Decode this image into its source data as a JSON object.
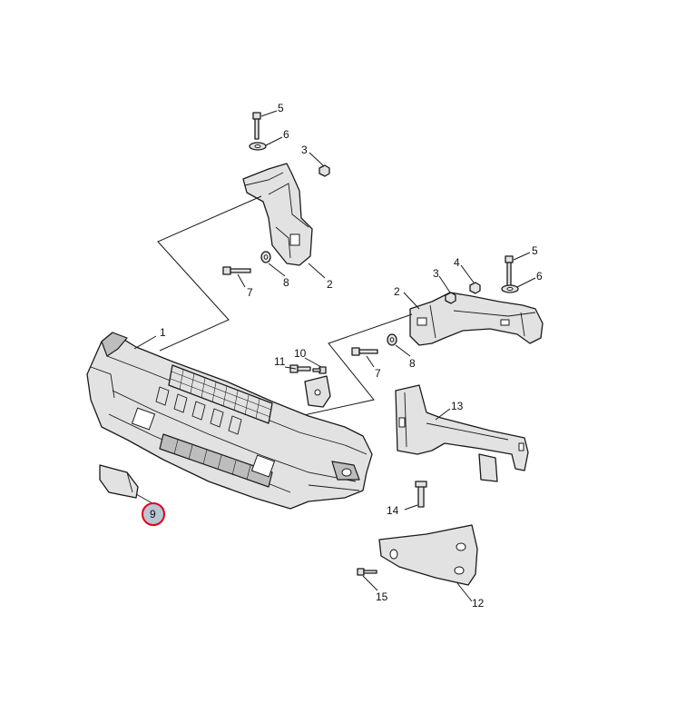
{
  "callouts": [
    "1",
    "2",
    "2",
    "3",
    "3",
    "4",
    "5",
    "5",
    "6",
    "6",
    "7",
    "7",
    "8",
    "8",
    "9",
    "10",
    "11",
    "12",
    "13",
    "14",
    "15"
  ],
  "highlight": {
    "label": "9",
    "ring_color": "#e0001a",
    "fill_color": "#b9c6d4"
  }
}
